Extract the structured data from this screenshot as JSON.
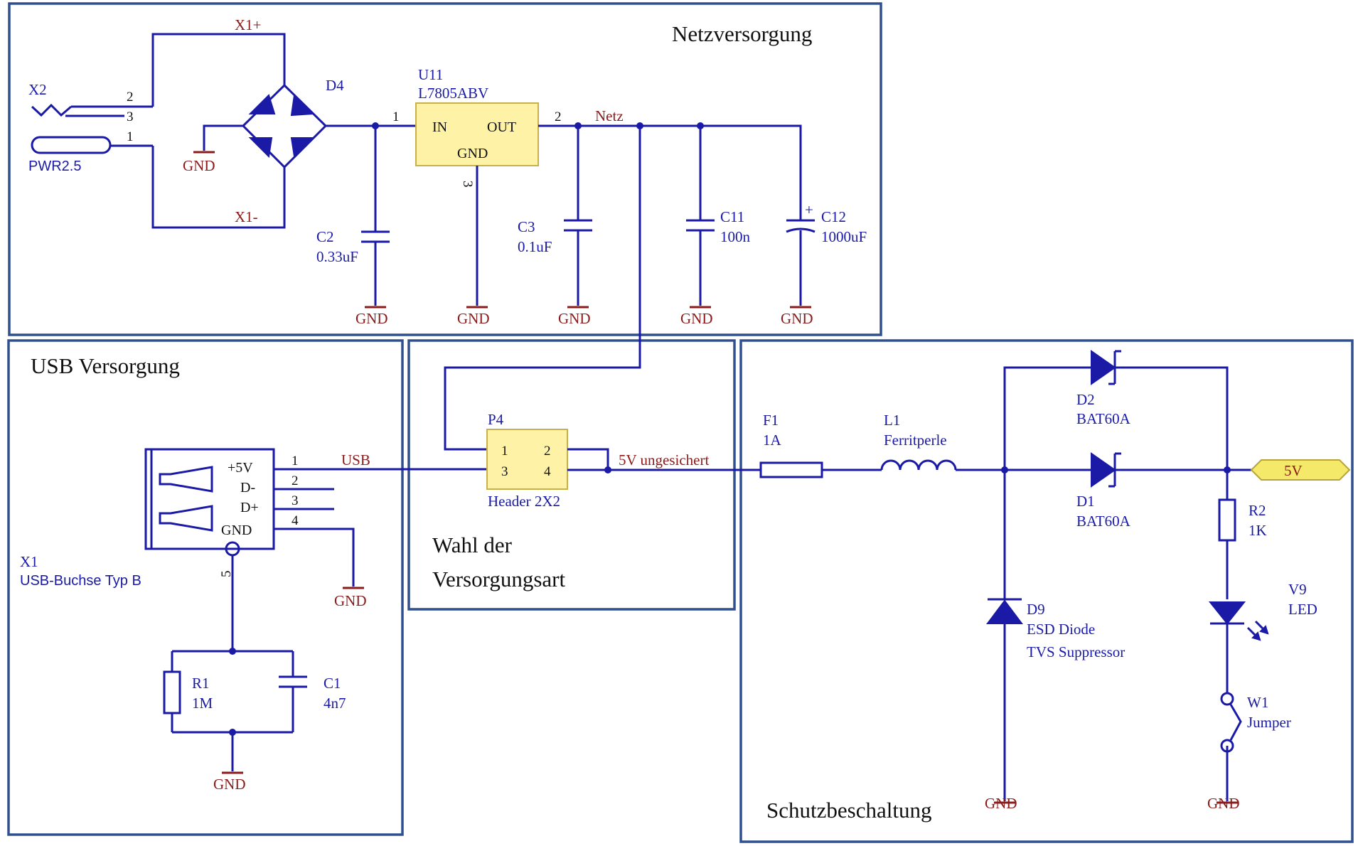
{
  "sections": {
    "netz": "Netzversorgung",
    "usb": "USB Versorgung",
    "wahl_line1": "Wahl der",
    "wahl_line2": "Versorgungsart",
    "schutz": "Schutzbeschaltung"
  },
  "nets": {
    "x1plus": "X1+",
    "x1minus": "X1-",
    "netz": "Netz",
    "usb": "USB",
    "ungesichert": "5V  ungesichert",
    "out_5v": "5V",
    "gnd": "GND"
  },
  "components": {
    "x2": {
      "ref": "X2",
      "value": "PWR2.5",
      "pins": [
        "2",
        "3",
        "1"
      ]
    },
    "d4": {
      "ref": "D4"
    },
    "u11": {
      "ref": "U11",
      "value": "L7805ABV",
      "pin_in": "IN",
      "pin_out": "OUT",
      "pin_gnd": "GND",
      "pin1": "1",
      "pin2": "2",
      "pin3": "3"
    },
    "c2": {
      "ref": "C2",
      "value": "0.33uF"
    },
    "c3": {
      "ref": "C3",
      "value": "0.1uF"
    },
    "c11": {
      "ref": "C11",
      "value": "100n"
    },
    "c12": {
      "ref": "C12",
      "value": "1000uF",
      "polarity": "+"
    },
    "x1": {
      "ref": "X1",
      "value": "USB-Buchse Typ B",
      "pin_labels": [
        "+5V",
        "D-",
        "D+",
        "GND"
      ],
      "pin_numbers": [
        "1",
        "2",
        "3",
        "4"
      ],
      "shield_pin": "5"
    },
    "r1": {
      "ref": "R1",
      "value": "1M"
    },
    "c1": {
      "ref": "C1",
      "value": "4n7"
    },
    "p4": {
      "ref": "P4",
      "value": "Header 2X2",
      "pins": [
        "1",
        "2",
        "3",
        "4"
      ]
    },
    "f1": {
      "ref": "F1",
      "value": "1A"
    },
    "l1": {
      "ref": "L1",
      "value": "Ferritperle"
    },
    "d2": {
      "ref": "D2",
      "value": "BAT60A"
    },
    "d1": {
      "ref": "D1",
      "value": "BAT60A"
    },
    "d9": {
      "ref": "D9",
      "value1": "ESD Diode",
      "value2": "TVS Suppressor"
    },
    "r2": {
      "ref": "R2",
      "value": "1K"
    },
    "v9": {
      "ref": "V9",
      "value": "LED"
    },
    "w1": {
      "ref": "W1",
      "value": "Jumper"
    }
  },
  "colors": {
    "wire": "#1a1aa6",
    "gnd": "#8b1a1a",
    "box": "#2f4f8f",
    "chip": "#fdf2a6",
    "port": "#f5e96a"
  }
}
